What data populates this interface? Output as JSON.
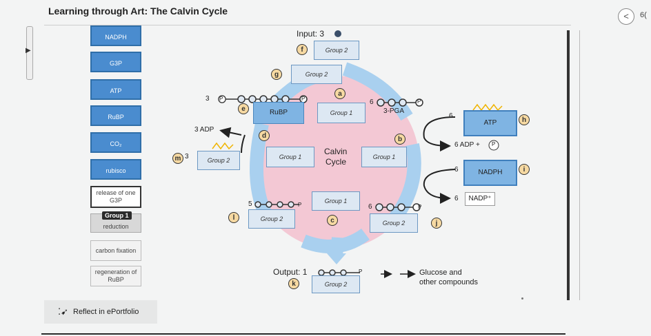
{
  "page": {
    "title": "Learning through Art: The Calvin Cycle",
    "page_cut": "6("
  },
  "terms": [
    {
      "label": "NADPH"
    },
    {
      "label": "G3P"
    },
    {
      "label": "ATP"
    },
    {
      "label": "RuBP"
    },
    {
      "label": "CO₂"
    },
    {
      "label": "rubisco"
    },
    {
      "label": "release of one G3P"
    },
    {
      "label": "reduction"
    },
    {
      "label": "carbon fixation"
    },
    {
      "label": "regeneration of RuBP"
    }
  ],
  "drag_tag": "Group 1",
  "reflect": {
    "label": "Reflect in ePortfolio"
  },
  "diagram": {
    "input_label": "Input: 3",
    "output_label": "Output: 1",
    "center_label_1": "Calvin",
    "center_label_2": "Cycle",
    "pga_label": "3-PGA",
    "glucose_1": "Glucose and",
    "glucose_2": "other compounds",
    "adp_label": "3 ADP",
    "atp_box": "ATP",
    "nadph_box": "NADPH",
    "adp_p_label": "6 ADP +",
    "nadp_label": "NADP⁺",
    "rubp_box": "RuBP",
    "p": "P",
    "n3": "3",
    "n5": "5",
    "n6": "6",
    "n1": "1",
    "drop_zones": [
      {
        "label": "Group 2"
      },
      {
        "label": "Group 2"
      },
      {
        "label": "Group 1"
      },
      {
        "label": "Group 2"
      },
      {
        "label": "Group 1"
      },
      {
        "label": "Group 1"
      },
      {
        "label": "Group 1"
      },
      {
        "label": "Group 2"
      },
      {
        "label": "Group 2"
      },
      {
        "label": "Group 2"
      }
    ],
    "markers": [
      "a",
      "b",
      "c",
      "d",
      "e",
      "f",
      "g",
      "h",
      "i",
      "j",
      "k",
      "l",
      "m"
    ]
  },
  "colors": {
    "term_blue": "#4a8ccf",
    "arrow_blue": "#a9d0ef",
    "cycle_pink": "#f3c8d4",
    "marker_fill": "#f6d9a2"
  }
}
